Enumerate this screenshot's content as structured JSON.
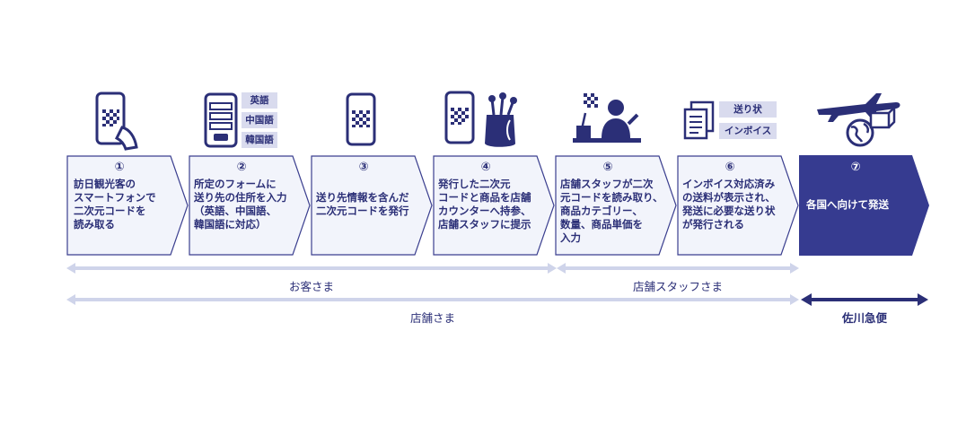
{
  "colors": {
    "navy": "#2b2f77",
    "box_fill": "#f2f4fb",
    "box_stroke": "#3b3f8f",
    "final_fill": "#363b90",
    "tag_fill": "#d9dbee",
    "light_arrow": "#cfd4ea"
  },
  "steps": [
    {
      "num": "①",
      "text": "訪日観光客の\nスマートフォンで\n二次元コードを\n読み取る"
    },
    {
      "num": "②",
      "text": "所定のフォームに\n送り先の住所を入力\n（英語、中国語、\n韓国語に対応）"
    },
    {
      "num": "③",
      "text": "送り先情報を含んだ\n二次元コードを発行"
    },
    {
      "num": "④",
      "text": "発行した二次元\nコードと商品を店舗\nカウンターへ持参、\n店舗スタッフに提示"
    },
    {
      "num": "⑤",
      "text": "店舗スタッフが二次\n元コードを読み取り、\n商品カテゴリー、\n数量、商品単価を\n入力"
    },
    {
      "num": "⑥",
      "text": "インボイス対応済み\nの送料が表示され、\n発送に必要な送り状\nが発行される"
    },
    {
      "num": "⑦",
      "text": "各国へ向けて発送"
    }
  ],
  "tags": {
    "lang": [
      "英語",
      "中国語",
      "韓国語"
    ],
    "docs": [
      "送り状",
      "インボイス"
    ]
  },
  "bars": {
    "customer": "お客さま",
    "staff": "店舗スタッフさま",
    "store": "店舗さま",
    "sagawa": "佐川急便"
  },
  "icons": [
    "phone-qr-hand-icon",
    "phone-form-icon",
    "phone-qr-icon",
    "phone-golf-bag-icon",
    "staff-counter-icon",
    "documents-icon",
    "airplane-globe-icon"
  ]
}
